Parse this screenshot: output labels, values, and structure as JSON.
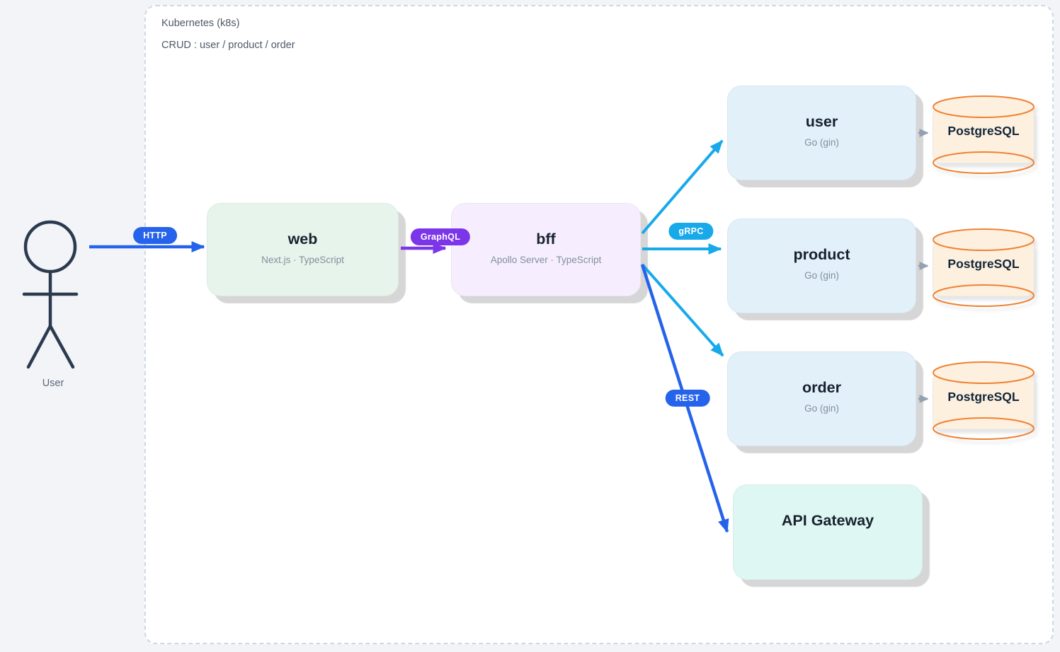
{
  "k8s": {
    "title": "Kubernetes (k8s)",
    "subtitle": "CRUD : user / product / order"
  },
  "actor": {
    "label": "User"
  },
  "nodes": {
    "web": {
      "title": "web",
      "subtitle": "Next.js · TypeScript"
    },
    "bff": {
      "title": "bff",
      "subtitle": "Apollo Server · TypeScript"
    },
    "user": {
      "title": "user",
      "subtitle": "Go (gin)"
    },
    "product": {
      "title": "product",
      "subtitle": "Go (gin)"
    },
    "order": {
      "title": "order",
      "subtitle": "Go (gin)"
    },
    "api_gateway": {
      "title": "API Gateway"
    }
  },
  "databases": {
    "user": {
      "label": "PostgreSQL"
    },
    "product": {
      "label": "PostgreSQL"
    },
    "order": {
      "label": "PostgreSQL"
    }
  },
  "edges": {
    "http": {
      "label": "HTTP",
      "color": "#2563eb"
    },
    "graphql": {
      "label": "GraphQL",
      "color": "#7c36ea"
    },
    "grpc": {
      "label": "gRPC",
      "color": "#18a9eb"
    },
    "rest": {
      "label": "REST",
      "color": "#2563eb"
    }
  },
  "colors": {
    "canvas_bg": "#f2f4f8",
    "container_bg": "#ffffff",
    "container_border": "#cfd8e3",
    "web_fill": "#e7f4ec",
    "bff_fill": "#f6eefe",
    "service_fill": "#e2f0fa",
    "gateway_fill": "#dff7f3",
    "db_fill": "#fdf0df",
    "db_stroke": "#f08233",
    "db_arrow": "#93a1b0",
    "actor_stroke": "#2c3a4f"
  }
}
